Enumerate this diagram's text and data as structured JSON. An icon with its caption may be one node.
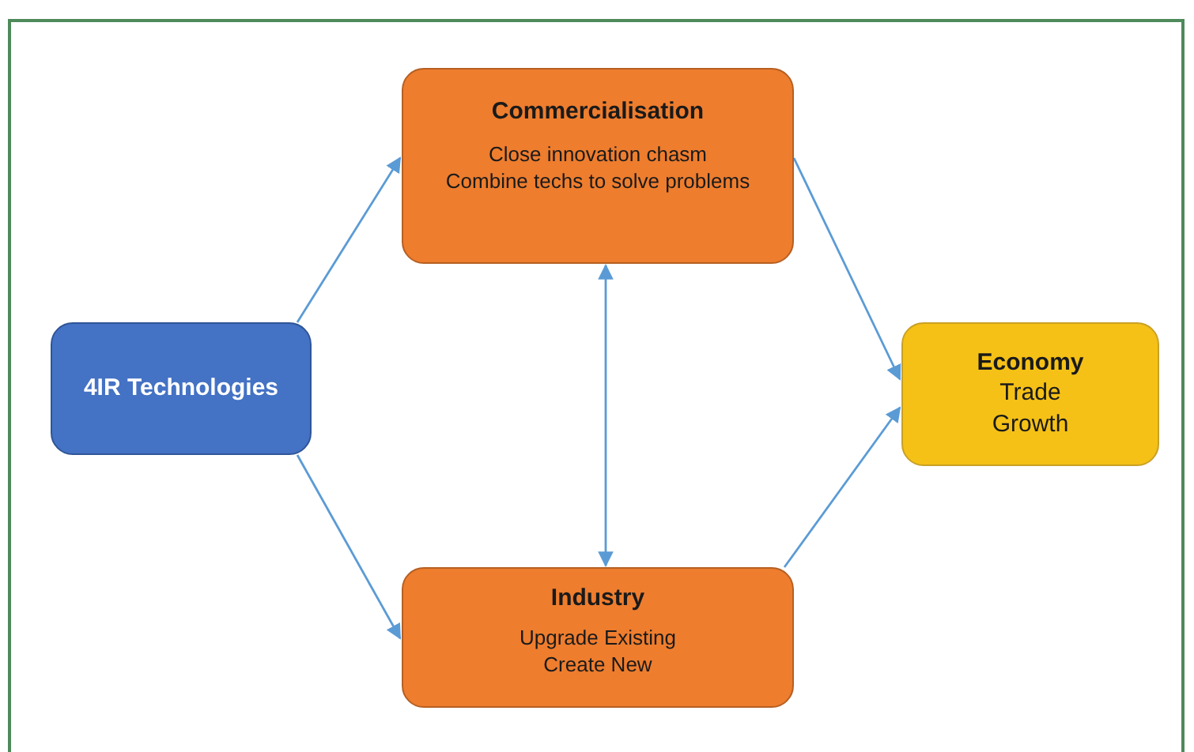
{
  "diagram": {
    "nodes": [
      {
        "text": [
          "4IR Technologies"
        ]
      },
      {
        "text": [
          "Commercialisation",
          "Close innovation chasm",
          "Combine techs to solve problems"
        ]
      },
      {
        "text": [
          "Industry",
          "Upgrade Existing",
          "Create New"
        ]
      },
      {
        "text": [
          "Economy",
          "Trade",
          "Growth"
        ]
      }
    ],
    "edges": [
      {
        "from": 0,
        "to": 1,
        "arrow": "to"
      },
      {
        "from": 0,
        "to": 2,
        "arrow": "to"
      },
      {
        "from": 1,
        "to": 2,
        "arrow": "both"
      },
      {
        "from": 1,
        "to": 3,
        "arrow": "to"
      },
      {
        "from": 2,
        "to": 3,
        "arrow": "to"
      }
    ]
  }
}
